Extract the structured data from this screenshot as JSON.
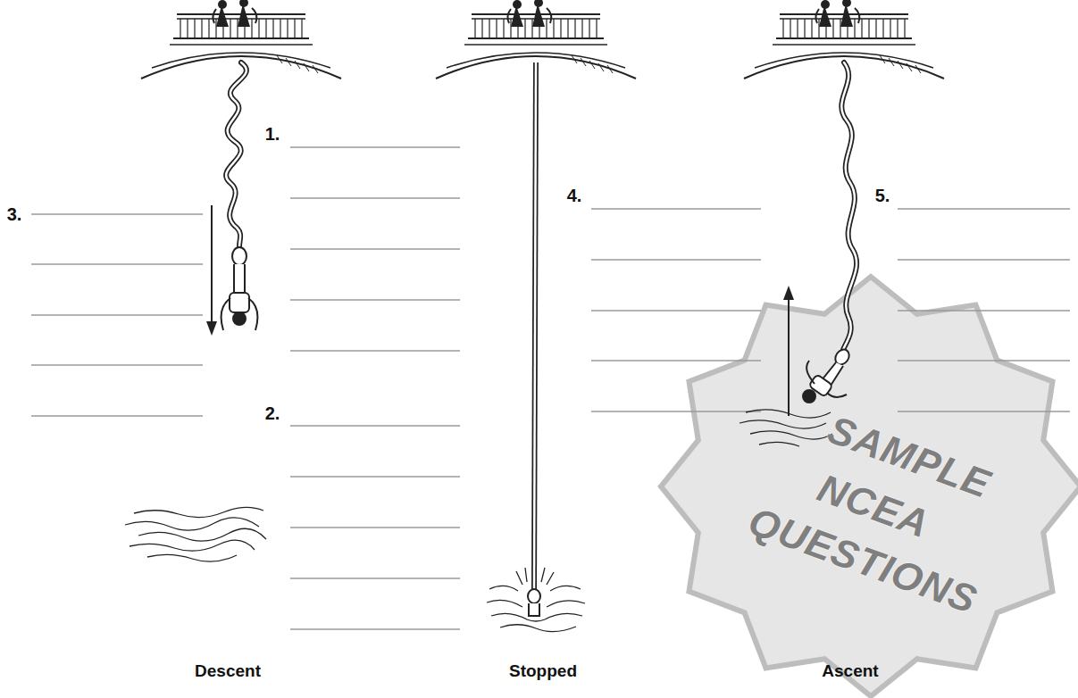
{
  "diagram": {
    "labels": [
      "1.",
      "2.",
      "3.",
      "4.",
      "5.",
      "Descent",
      "Stopped",
      "Ascent",
      "SAMPLE",
      "NCEA",
      "QUESTIONS"
    ]
  }
}
